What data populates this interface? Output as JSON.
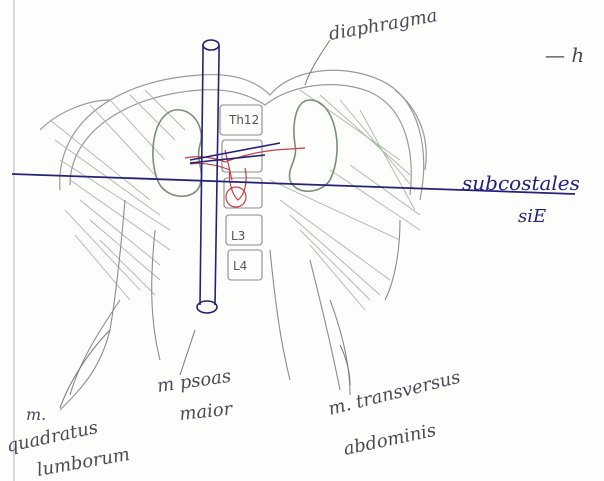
{
  "labels": {
    "diaphragm": "diaphragma",
    "top_right": "— h",
    "subcostalis": "subcostales",
    "sub_label": "siE",
    "vertebra_th12": "Th12",
    "vertebra_l3": "L3",
    "vertebra_l4": "L4",
    "quadratus_m": "m.",
    "quadratus_1": "quadratus",
    "quadratus_2": "lumborum",
    "psoas_1": "m psoas",
    "psoas_2": "maior",
    "transversus_1": "m. transversus",
    "transversus_2": "abdominis"
  },
  "colors": {
    "pencil": "#9a9a9a",
    "pencil_dark": "#6d6d6d",
    "green_pencil": "#9fb39c",
    "ink_blue": "#23237a",
    "red": "#c0404a"
  }
}
